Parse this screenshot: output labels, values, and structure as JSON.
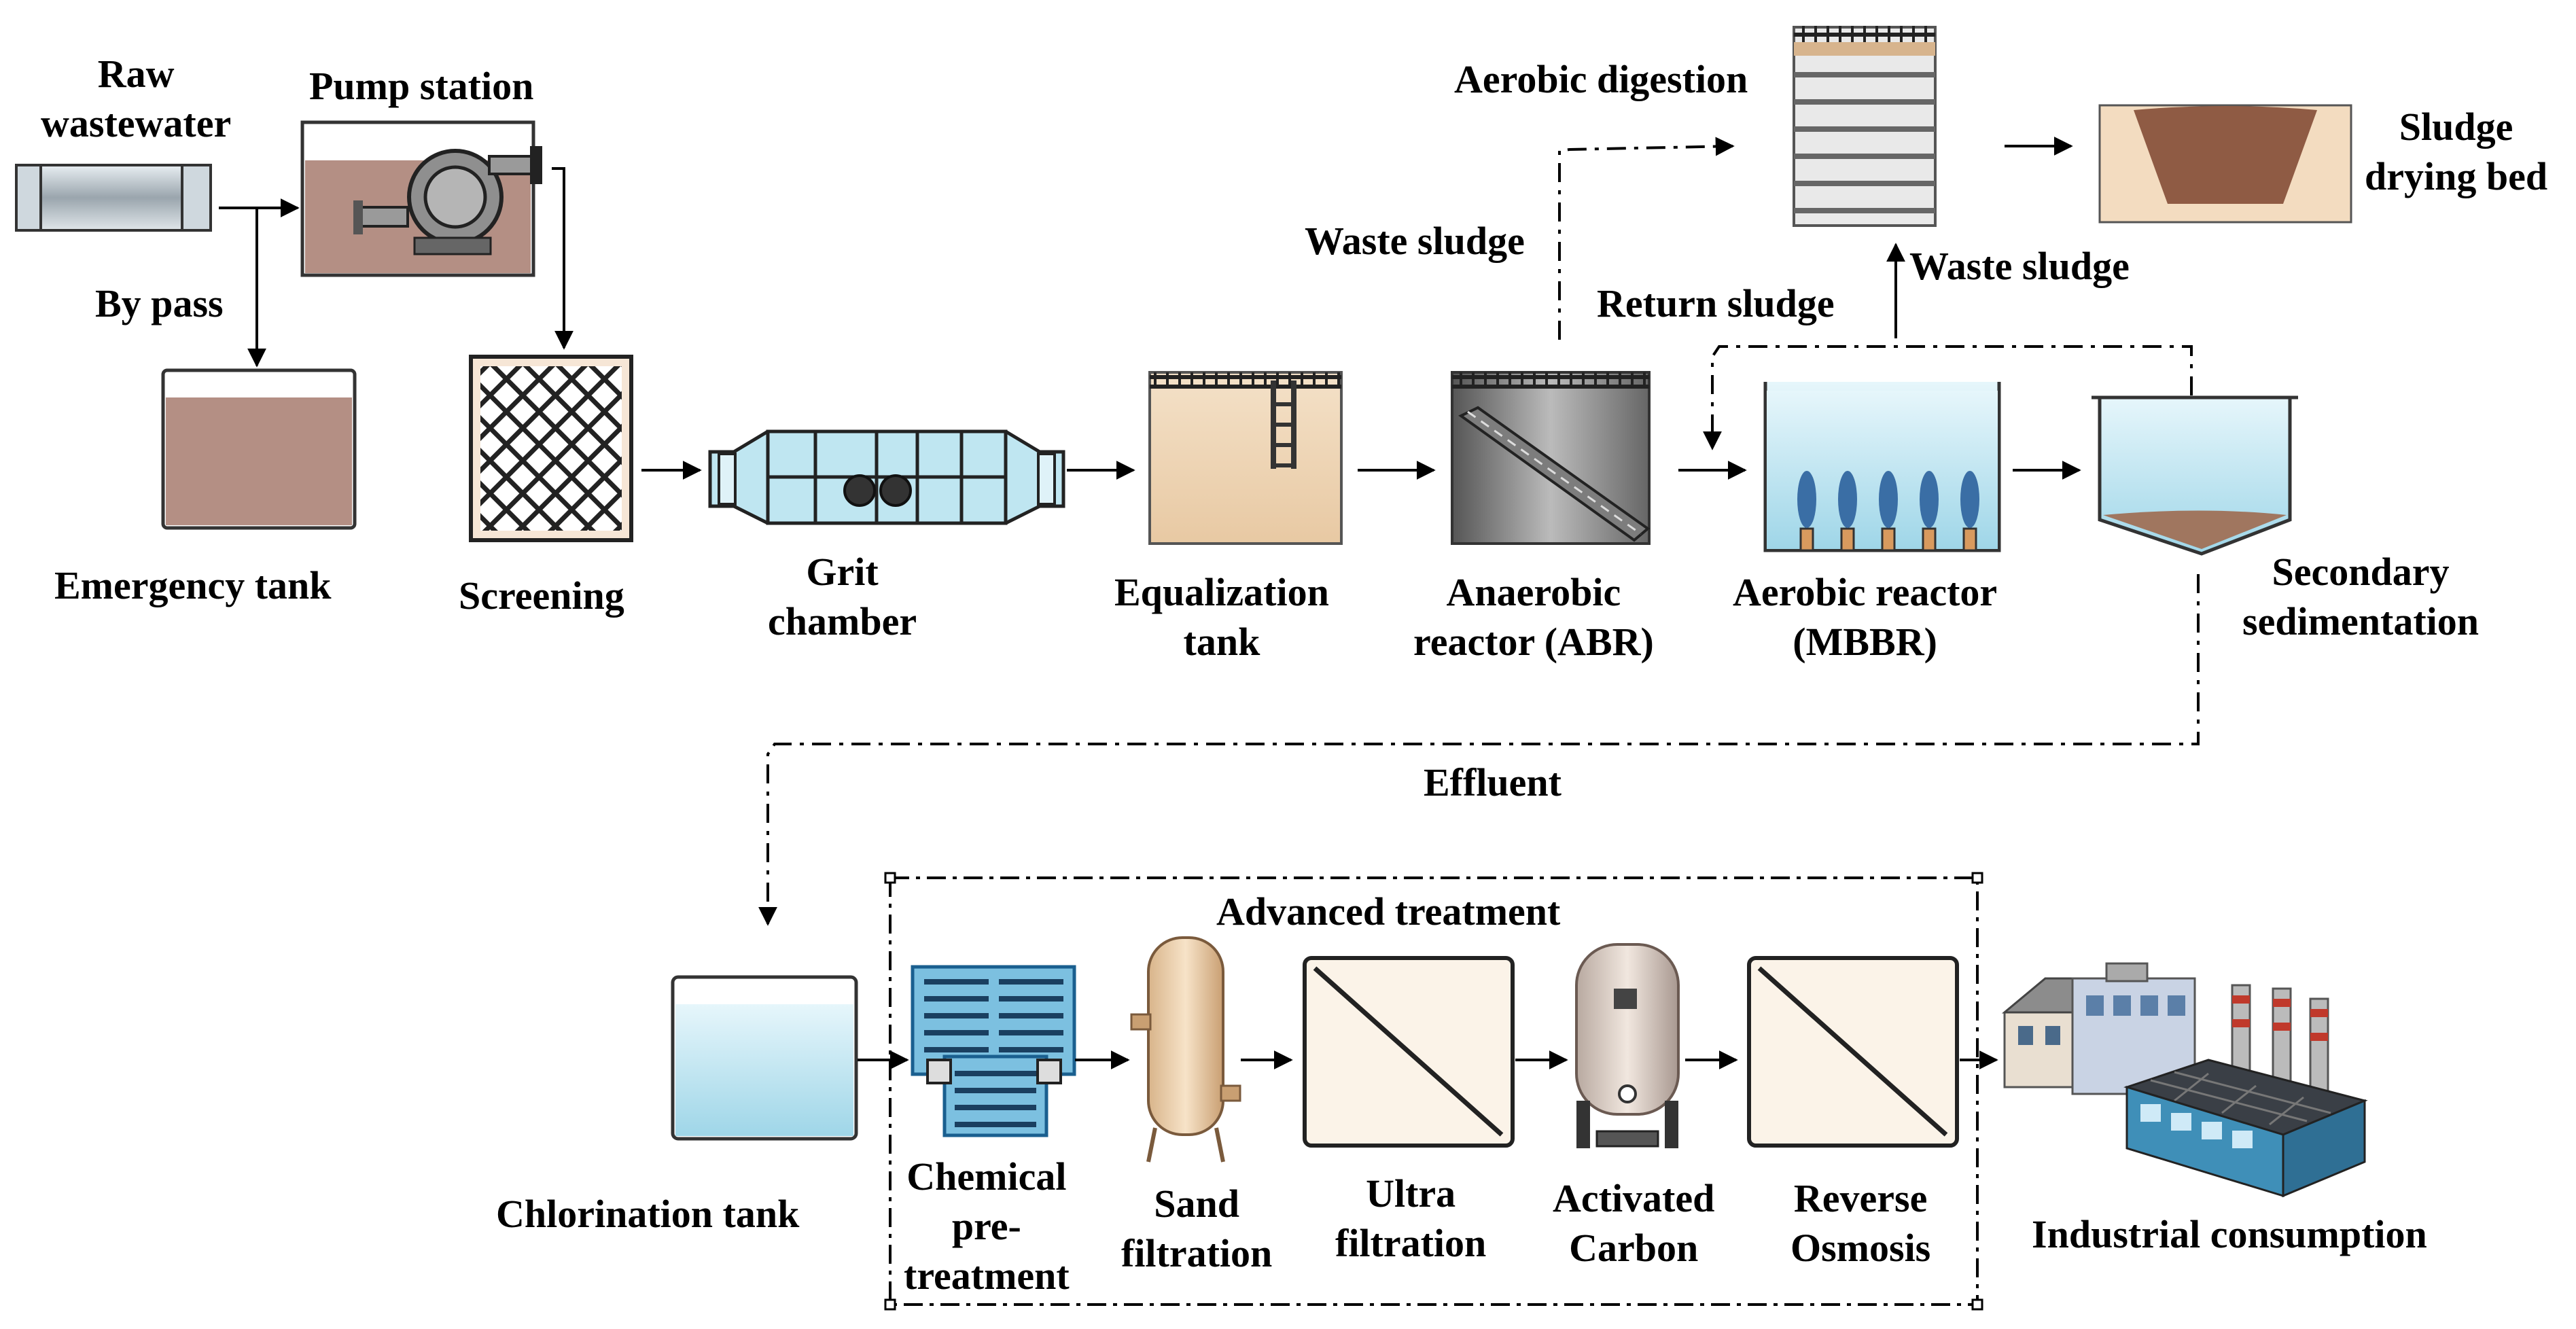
{
  "labels": {
    "raw_wastewater": "Raw\nwastewater",
    "pump_station": "Pump station",
    "by_pass": "By pass",
    "emergency_tank": "Emergency tank",
    "screening": "Screening",
    "grit_chamber": "Grit\nchamber",
    "equalization_tank": "Equalization\ntank",
    "anaerobic_reactor": "Anaerobic\nreactor (ABR)",
    "aerobic_reactor": "Aerobic reactor\n(MBBR)",
    "secondary_sedimentation": "Secondary\nsedimentation",
    "aerobic_digestion": "Aerobic digestion",
    "sludge_drying_bed": "Sludge\ndrying bed",
    "waste_sludge_left": "Waste sludge",
    "waste_sludge_right": "Waste sludge",
    "return_sludge": "Return sludge",
    "effluent": "Effluent",
    "advanced_treatment": "Advanced treatment",
    "chlorination_tank": "Chlorination tank",
    "chemical_pretreatment": "Chemical\npre-\ntreatment",
    "sand_filtration": "Sand\nfiltration",
    "ultra_filtration": "Ultra\nfiltration",
    "activated_carbon": "Activated\nCarbon",
    "reverse_osmosis": "Reverse\nOsmosis",
    "industrial_consumption": "Industrial consumption"
  },
  "colors": {
    "sludge": "#b48f84",
    "water": "#bfe6f1",
    "tank_beige": "#f3dcc0",
    "grit": "#bfe6f1",
    "steel_gray": "#8a8a8a",
    "media_blue": "#3a6ea5"
  }
}
